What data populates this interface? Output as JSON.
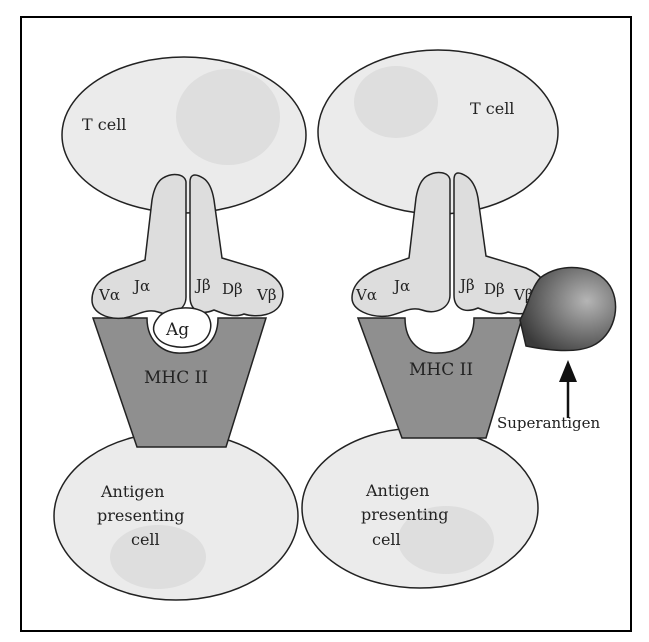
{
  "left_panel": {
    "t_cell_label": "T cell",
    "v_alpha": "Vα",
    "j_alpha": "Jα",
    "j_beta": "Jβ",
    "d_beta": "Dβ",
    "v_beta": "Vβ",
    "antigen_label": "Ag",
    "mhc_label": "MHC II",
    "apc_label_line1": "Antigen",
    "apc_label_line2": "presenting",
    "apc_label_line3": "cell"
  },
  "right_panel": {
    "t_cell_label": "T cell",
    "v_alpha": "Vα",
    "j_alpha": "Jα",
    "j_beta": "Jβ",
    "d_beta": "Dβ",
    "v_beta": "Vβ",
    "mhc_label": "MHC II",
    "superantigen_label": "Superantigen",
    "apc_label_line1": "Antigen",
    "apc_label_line2": "presenting",
    "apc_label_line3": "cell"
  },
  "colors": {
    "frame": "#000000",
    "cell_fill": "#ebebeb",
    "cell_spot": "#dedede",
    "receptor_fill": "#dddddd",
    "mhc_fill": "#8f8f8f",
    "superantigen_dark": "#3a3a3a",
    "superantigen_light": "#b5b5b5"
  }
}
